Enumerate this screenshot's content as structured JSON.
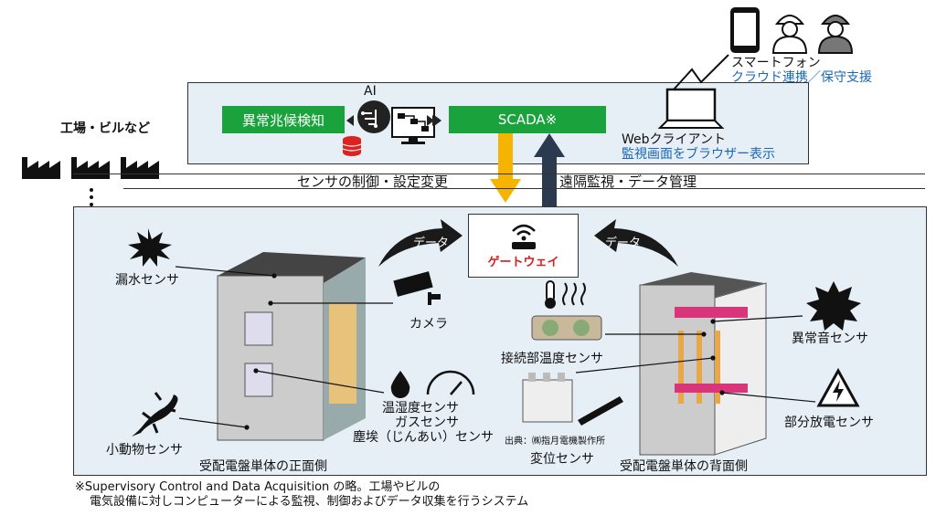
{
  "cloud": {
    "anomaly_label": "異常兆候検知",
    "ai_label": "AI",
    "scada_label": "SCADA※"
  },
  "mobile": {
    "smartphone_title": "スマートフォン",
    "smartphone_sub": "クラウド連携／保守支援",
    "web_title": "Webクライアント",
    "web_sub": "監視画面をブラウザー表示"
  },
  "factory_label": "工場・ビルなど",
  "flows": {
    "down_label": "センサの制御・設定変更",
    "up_label": "遠隔監視・データ管理",
    "data_left": "データ",
    "data_right": "データ"
  },
  "gateway_label": "ゲートウェイ",
  "sensors": {
    "leak": "漏水センサ",
    "camera": "カメラ",
    "temp_humid": "温湿度センサ",
    "gas": "ガスセンサ",
    "dust": "塵埃（じんあい）センサ",
    "animal": "小動物センサ",
    "junction_temp": "接続部温度センサ",
    "abnormal_sound": "異常音センサ",
    "partial_discharge": "部分放電センサ",
    "displacement": "変位センサ",
    "source": "出典：㈱指月電機製作所"
  },
  "panels": {
    "front": "受配電盤単体の正面側",
    "back": "受配電盤単体の背面側"
  },
  "footnote": {
    "line1": "※Supervisory Control and Data Acquisition の略。工場やビルの",
    "line2": "電気設備に対しコンピューターによる監視、制御およびデータ収集を行うシステム"
  },
  "colors": {
    "green": "#1aa33c",
    "panel_bg": "#e6eef6",
    "down_arrow": "#f4b400",
    "up_arrow": "#2b3a4e",
    "gateway_text": "#d21f1f",
    "blue_text": "#1a67b4"
  }
}
